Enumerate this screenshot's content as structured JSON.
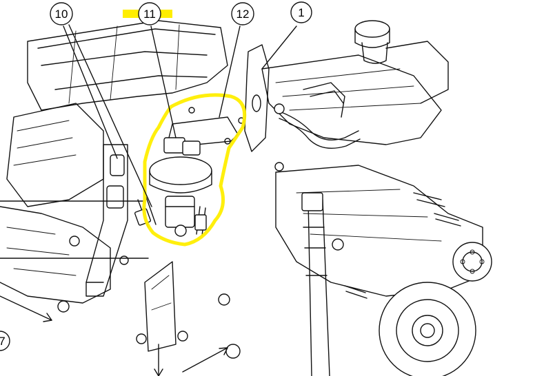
{
  "diagram": {
    "callouts": [
      {
        "id": "callout-10",
        "label": "10"
      },
      {
        "id": "callout-11",
        "label": "11"
      },
      {
        "id": "callout-12",
        "label": "12"
      },
      {
        "id": "callout-1",
        "label": "1"
      },
      {
        "id": "callout-7",
        "label": "7"
      }
    ],
    "highlight_color": "#ffee00",
    "line_color": "#111111",
    "background": "#ffffff"
  }
}
